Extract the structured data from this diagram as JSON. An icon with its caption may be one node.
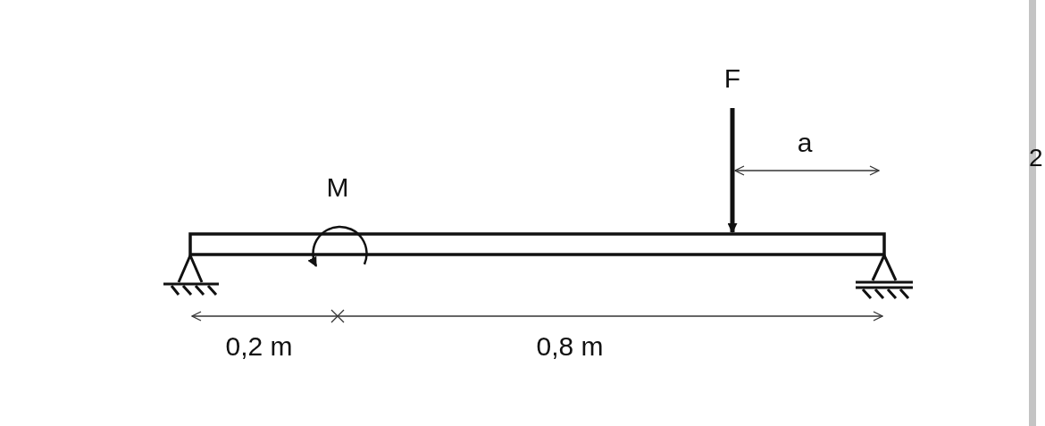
{
  "diagram": {
    "labels": [
      "F",
      "a",
      "M",
      "0,2 m",
      "0,8 m",
      "2"
    ]
  }
}
